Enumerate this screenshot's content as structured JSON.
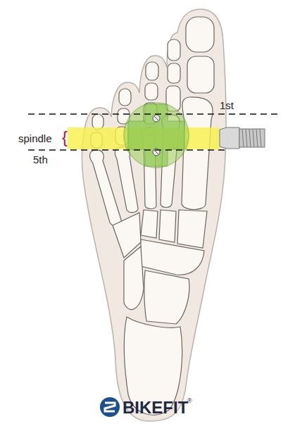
{
  "diagram": {
    "labels": [
      "1st",
      "spindle",
      "{",
      "5th",
      "BIKEFIT",
      "®"
    ]
  }
}
